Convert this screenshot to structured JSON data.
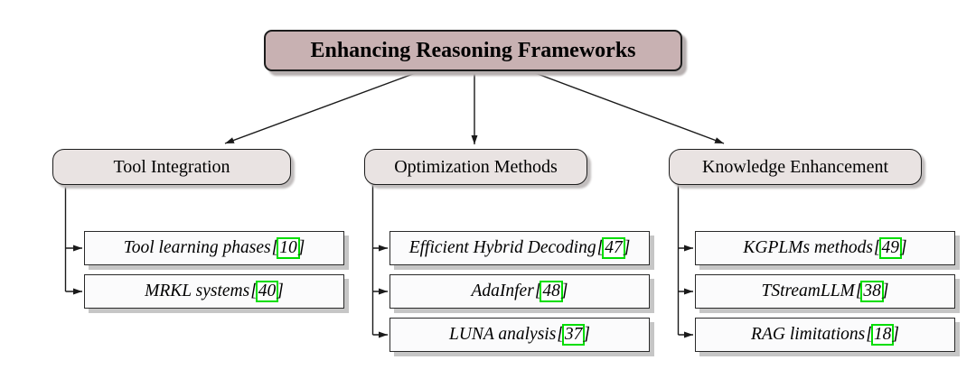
{
  "root": {
    "label": "Enhancing Reasoning Frameworks"
  },
  "branches": [
    {
      "label": "Tool Integration",
      "children": [
        {
          "text": "Tool learning phases",
          "cite": "10"
        },
        {
          "text": "MRKL systems",
          "cite": "40"
        }
      ]
    },
    {
      "label": "Optimization Methods",
      "children": [
        {
          "text": "Efficient Hybrid Decoding",
          "cite": "47"
        },
        {
          "text": "AdaInfer",
          "cite": "48"
        },
        {
          "text": "LUNA analysis",
          "cite": "37"
        }
      ]
    },
    {
      "label": "Knowledge Enhancement",
      "children": [
        {
          "text": "KGPLMs methods",
          "cite": "49"
        },
        {
          "text": "TStreamLLM",
          "cite": "38"
        },
        {
          "text": "RAG limitations",
          "cite": "18"
        }
      ]
    }
  ],
  "cite_open": "[",
  "cite_close": "]",
  "colors": {
    "root_fill": "#c8b1b2",
    "branch_fill": "#e9e3e2",
    "leaf_fill": "#fbfbfc",
    "cite_border": "#00dd00",
    "line": "#1a1a1a",
    "shadow": "#c6c6c6"
  }
}
